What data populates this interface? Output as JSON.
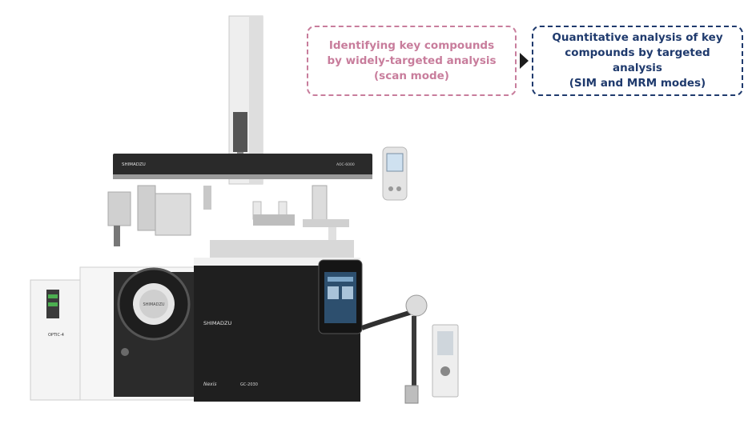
{
  "workflow": {
    "step1": "Identifying key compounds\nby widely-targeted analysis\n(scan mode)",
    "step2": "Quantitative analysis of key\ncompounds by targeted analysis\n(SIM and MRM modes)"
  },
  "instrument": {
    "brand": "SHIMADZU",
    "model_label": "GC-2030",
    "product_line": "Nexis",
    "ionsource_label": "OPTIC-4",
    "sampler_label": "AOC-6000"
  },
  "colors": {
    "step1": "#c87d9c",
    "step2": "#1f3a6d"
  }
}
